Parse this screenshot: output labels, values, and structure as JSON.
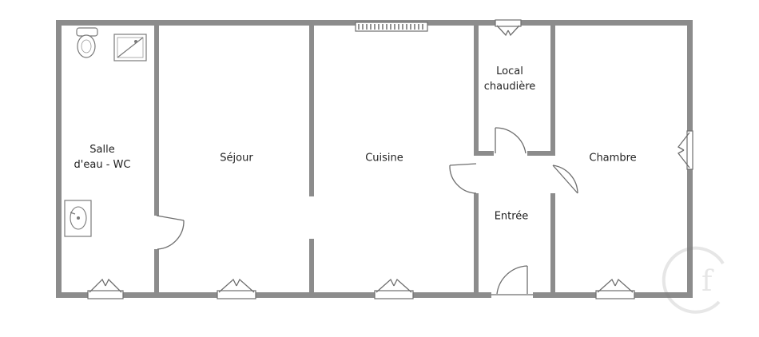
{
  "rooms": [
    {
      "id": "salle-eau",
      "label": "Salle\nd'eau - WC"
    },
    {
      "id": "sejour",
      "label": "Séjour"
    },
    {
      "id": "cuisine",
      "label": "Cuisine"
    },
    {
      "id": "local",
      "label": "Local\nchaudière"
    },
    {
      "id": "entree",
      "label": "Entrée"
    },
    {
      "id": "chambre",
      "label": "Chambre"
    }
  ],
  "colors": {
    "wall": "#8c8c8c",
    "fixture": "#7a7a7a",
    "text": "#222222"
  },
  "icons": [
    "toilet-icon",
    "shower-icon",
    "sink-icon",
    "radiator-icon",
    "window-icon",
    "door-swing-icon",
    "watermark-logo-icon"
  ]
}
